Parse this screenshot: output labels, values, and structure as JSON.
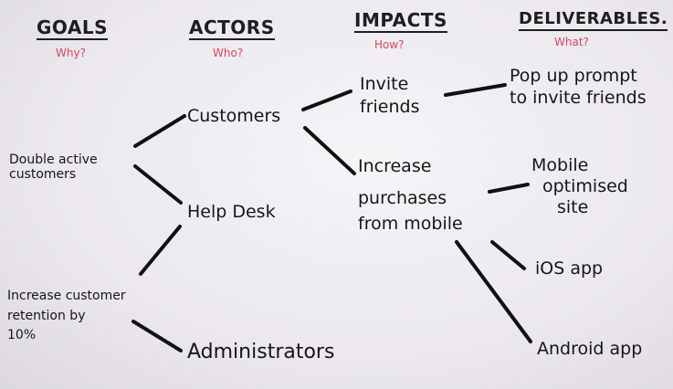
{
  "headers": {
    "goals": {
      "title": "Goals",
      "sub": "Why?"
    },
    "actors": {
      "title": "Actors",
      "sub": "Who?"
    },
    "impacts": {
      "title": "Impacts",
      "sub": "How?"
    },
    "deliverables": {
      "title": "Deliverables.",
      "sub": "What?"
    }
  },
  "goals": [
    {
      "lines": [
        "Double active",
        "customers"
      ]
    },
    {
      "lines": [
        "Increase customer",
        "retention by",
        "10%"
      ]
    }
  ],
  "actors": [
    "Customers",
    "Help Desk",
    "Administrators"
  ],
  "impacts": [
    {
      "lines": [
        "Invite",
        "friends"
      ]
    },
    {
      "lines": [
        "Increase",
        "purchases",
        "from mobile"
      ]
    }
  ],
  "deliverables": [
    {
      "lines": [
        "Pop up prompt",
        "to invite friends"
      ]
    },
    {
      "lines": [
        "Mobile",
        "optimised",
        "site"
      ]
    },
    {
      "lines": [
        "iOS app"
      ]
    },
    {
      "lines": [
        "Android app"
      ]
    }
  ]
}
